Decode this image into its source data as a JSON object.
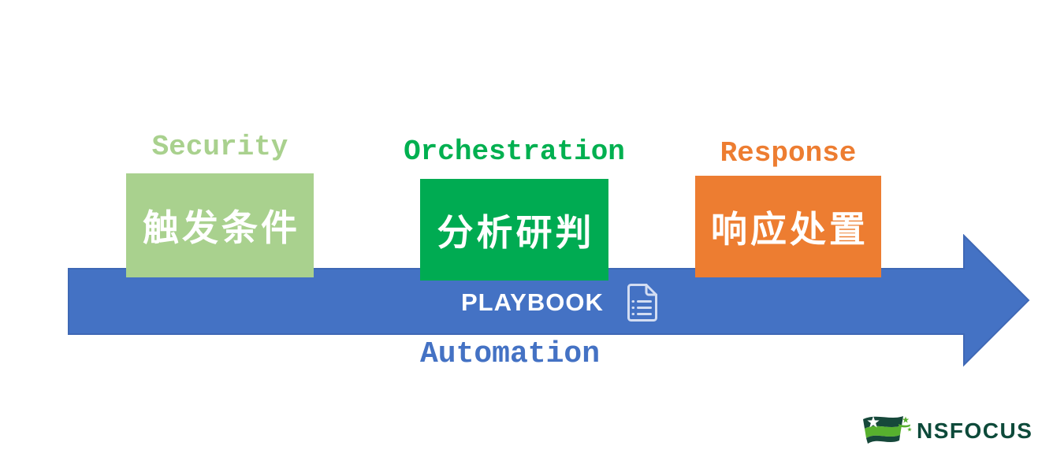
{
  "stages": [
    {
      "name": "security",
      "label": "Security",
      "box_text": "触发条件",
      "label_color": "#a9d18e",
      "box_color": "#a9d18e",
      "text_color": "#ffffff"
    },
    {
      "name": "orchestration",
      "label": "Orchestration",
      "box_text": "分析研判",
      "label_color": "#00b050",
      "box_color": "#00ab52",
      "text_color": "#ffffff"
    },
    {
      "name": "response",
      "label": "Response",
      "box_text": "响应处置",
      "label_color": "#ed7d31",
      "box_color": "#ed7d31",
      "text_color": "#ffffff"
    }
  ],
  "arrow": {
    "label": "PLAYBOOK",
    "label_color": "#ffffff",
    "icon": "playbook-document-icon",
    "icon_color": "#d3ddf2",
    "fill_color": "#4472c4",
    "sub_label": "Automation",
    "sub_label_color": "#4472c4"
  },
  "logo": {
    "brand": "NSFOCUS",
    "text_color": "#0d4a3a",
    "mark": "nsfocus-flag-logo",
    "mark_colors": {
      "dark": "#16483a",
      "green": "#57b02e"
    }
  }
}
